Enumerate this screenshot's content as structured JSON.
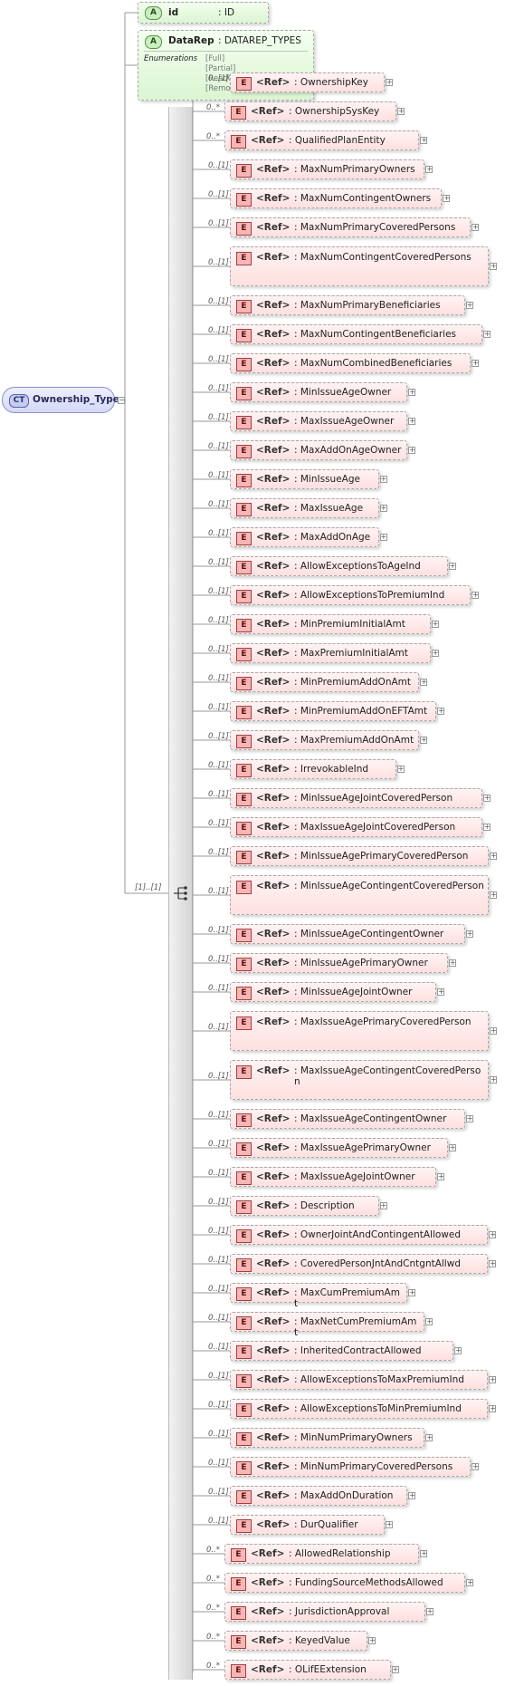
{
  "complex_type": {
    "badge": "CT",
    "name": "Ownership_Type"
  },
  "attributes": [
    {
      "badge": "A",
      "name": "id",
      "type": ": ID"
    },
    {
      "badge": "A",
      "name": "DataRep",
      "type": ": DATAREP_TYPES",
      "enum_label": "Enumerations",
      "enum_values": [
        "[Full]",
        "[Partial]",
        "[ReadOnly]",
        "[Removed]"
      ]
    }
  ],
  "sequence": {
    "cardinality": "[1]..[1]"
  },
  "element_badge": "E",
  "ref_label": "<Ref>",
  "elements": [
    {
      "card": "0..[1]",
      "name": ": OwnershipKey"
    },
    {
      "card": "0..*",
      "name": ": OwnershipSysKey"
    },
    {
      "card": "0..*",
      "name": ": QualifiedPlanEntity"
    },
    {
      "card": "0..[1]",
      "name": ": MaxNumPrimaryOwners"
    },
    {
      "card": "0..[1]",
      "name": ": MaxNumContingentOwners"
    },
    {
      "card": "0..[1]",
      "name": ": MaxNumPrimaryCoveredPersons"
    },
    {
      "card": "0..[1]",
      "name": ": MaxNumContingentCoveredPersons"
    },
    {
      "card": "0..[1]",
      "name": ": MaxNumPrimaryBeneficiaries"
    },
    {
      "card": "0..[1]",
      "name": ": MaxNumContingentBeneficiaries"
    },
    {
      "card": "0..[1]",
      "name": ": MaxNumCombinedBeneficiaries"
    },
    {
      "card": "0..[1]",
      "name": ": MinIssueAgeOwner"
    },
    {
      "card": "0..[1]",
      "name": ": MaxIssueAgeOwner"
    },
    {
      "card": "0..[1]",
      "name": ": MaxAddOnAgeOwner"
    },
    {
      "card": "0..[1]",
      "name": ": MinIssueAge"
    },
    {
      "card": "0..[1]",
      "name": ": MaxIssueAge"
    },
    {
      "card": "0..[1]",
      "name": ": MaxAddOnAge"
    },
    {
      "card": "0..[1]",
      "name": ": AllowExceptionsToAgeInd"
    },
    {
      "card": "0..[1]",
      "name": ": AllowExceptionsToPremiumInd"
    },
    {
      "card": "0..[1]",
      "name": ": MinPremiumInitialAmt"
    },
    {
      "card": "0..[1]",
      "name": ": MaxPremiumInitialAmt"
    },
    {
      "card": "0..[1]",
      "name": ": MinPremiumAddOnAmt"
    },
    {
      "card": "0..[1]",
      "name": ": MinPremiumAddOnEFTAmt"
    },
    {
      "card": "0..[1]",
      "name": ": MaxPremiumAddOnAmt"
    },
    {
      "card": "0..[1]",
      "name": ": IrrevokableInd"
    },
    {
      "card": "0..[1]",
      "name": ": MinIssueAgeJointCoveredPerson"
    },
    {
      "card": "0..[1]",
      "name": ": MaxIssueAgeJointCoveredPerson"
    },
    {
      "card": "0..[1]",
      "name": ": MinIssueAgePrimaryCoveredPerson"
    },
    {
      "card": "0..[1]",
      "name": ": MinIssueAgeContingentCoveredPerson"
    },
    {
      "card": "0..[1]",
      "name": ": MinIssueAgeContingentOwner"
    },
    {
      "card": "0..[1]",
      "name": ": MinIssueAgePrimaryOwner"
    },
    {
      "card": "0..[1]",
      "name": ": MinIssueAgeJointOwner"
    },
    {
      "card": "0..[1]",
      "name": ": MaxIssueAgePrimaryCoveredPerson"
    },
    {
      "card": "0..[1]",
      "name": ": MaxIssueAgeContingentCoveredPerson"
    },
    {
      "card": "0..[1]",
      "name": ": MaxIssueAgeContingentOwner"
    },
    {
      "card": "0..[1]",
      "name": ": MaxIssueAgePrimaryOwner"
    },
    {
      "card": "0..[1]",
      "name": ": MaxIssueAgeJointOwner"
    },
    {
      "card": "0..[1]",
      "name": ": Description"
    },
    {
      "card": "0..[1]",
      "name": ": OwnerJointAndContingentAllowed"
    },
    {
      "card": "0..[1]",
      "name": ": CoveredPersonJntAndCntgntAllwd"
    },
    {
      "card": "0..[1]",
      "name": ": MaxCumPremiumAmt"
    },
    {
      "card": "0..[1]",
      "name": ": MaxNetCumPremiumAmt"
    },
    {
      "card": "0..[1]",
      "name": ": InheritedContractAllowed"
    },
    {
      "card": "0..[1]",
      "name": ": AllowExceptionsToMaxPremiumInd"
    },
    {
      "card": "0..[1]",
      "name": ": AllowExceptionsToMinPremiumInd"
    },
    {
      "card": "0..[1]",
      "name": ": MinNumPrimaryOwners"
    },
    {
      "card": "0..[1]",
      "name": ": MinNumPrimaryCoveredPersons"
    },
    {
      "card": "0..[1]",
      "name": ": MaxAddOnDuration"
    },
    {
      "card": "0..[1]",
      "name": ": DurQualifier"
    },
    {
      "card": "0..*",
      "name": ": AllowedRelationship"
    },
    {
      "card": "0..*",
      "name": ": FundingSourceMethodsAllowed"
    },
    {
      "card": "0..*",
      "name": ": JurisdictionApproval"
    },
    {
      "card": "0..*",
      "name": ": KeyedValue"
    },
    {
      "card": "0..*",
      "name": ": OLifEExtension"
    }
  ]
}
